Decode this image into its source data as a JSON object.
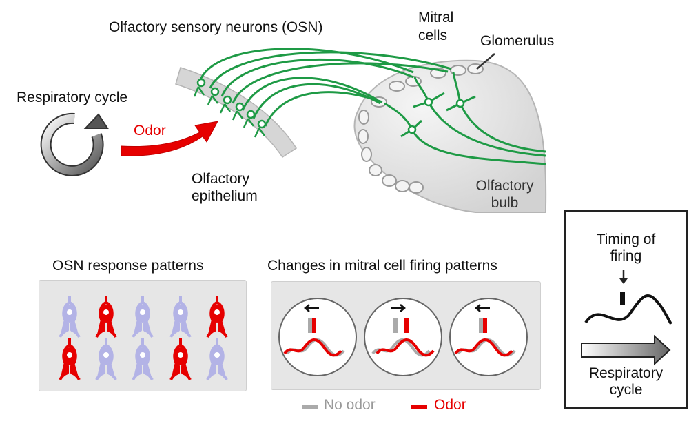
{
  "labels": {
    "osn": "Olfactory sensory neurons (OSN)",
    "mitral_line1": "Mitral",
    "mitral_line2": "cells",
    "glomerulus": "Glomerulus",
    "respiratory_cycle": "Respiratory cycle",
    "odor": "Odor",
    "epithelium_line1": "Olfactory",
    "epithelium_line2": "epithelium",
    "bulb_line1": "Olfactory",
    "bulb_line2": "bulb",
    "osn_patterns": "OSN response patterns",
    "mitral_patterns": "Changes in mitral cell firing patterns",
    "timing_line1": "Timing of",
    "timing_line2": "firing",
    "resp_line1": "Respiratory",
    "resp_line2": "cycle"
  },
  "legend": [
    {
      "label": "No odor",
      "color": "#aaaaaa"
    },
    {
      "label": "Odor",
      "color": "#e60000"
    }
  ],
  "colors": {
    "neuron_green": "#1e9a45",
    "odor_red": "#e60000",
    "inactive_blue": "#b3b3e6",
    "panel_gray": "#e6e6e6"
  },
  "osn_grid": [
    [
      "blue",
      "red",
      "blue",
      "blue",
      "red"
    ],
    [
      "red",
      "blue",
      "blue",
      "red",
      "blue"
    ]
  ],
  "firing_shifts": [
    "earlier",
    "later",
    "earlier"
  ]
}
